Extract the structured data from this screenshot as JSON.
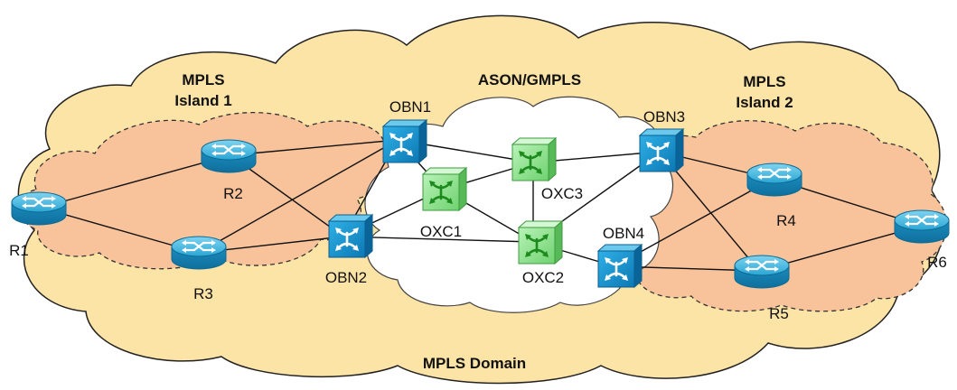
{
  "regions": {
    "mpls_domain": "MPLS Domain",
    "ason_gmpls": "ASON/GMPLS",
    "island1_line1": "MPLS",
    "island1_line2": "Island 1",
    "island2_line1": "MPLS",
    "island2_line2": "Island 2"
  },
  "nodes": {
    "r1": "R1",
    "r2": "R2",
    "r3": "R3",
    "r4": "R4",
    "r5": "R5",
    "r6": "R6",
    "obn1": "OBN1",
    "obn2": "OBN2",
    "obn3": "OBN3",
    "obn4": "OBN4",
    "oxc1": "OXC1",
    "oxc2": "OXC2",
    "oxc3": "OXC3"
  },
  "colors": {
    "mpls_domain_fill": "#FCE3A6",
    "island_fill": "#F8C39B",
    "ason_fill": "#FFFFFF",
    "router": "#1F9FCC",
    "obn": "#0D8ECF",
    "oxc": "#8FE08F"
  }
}
